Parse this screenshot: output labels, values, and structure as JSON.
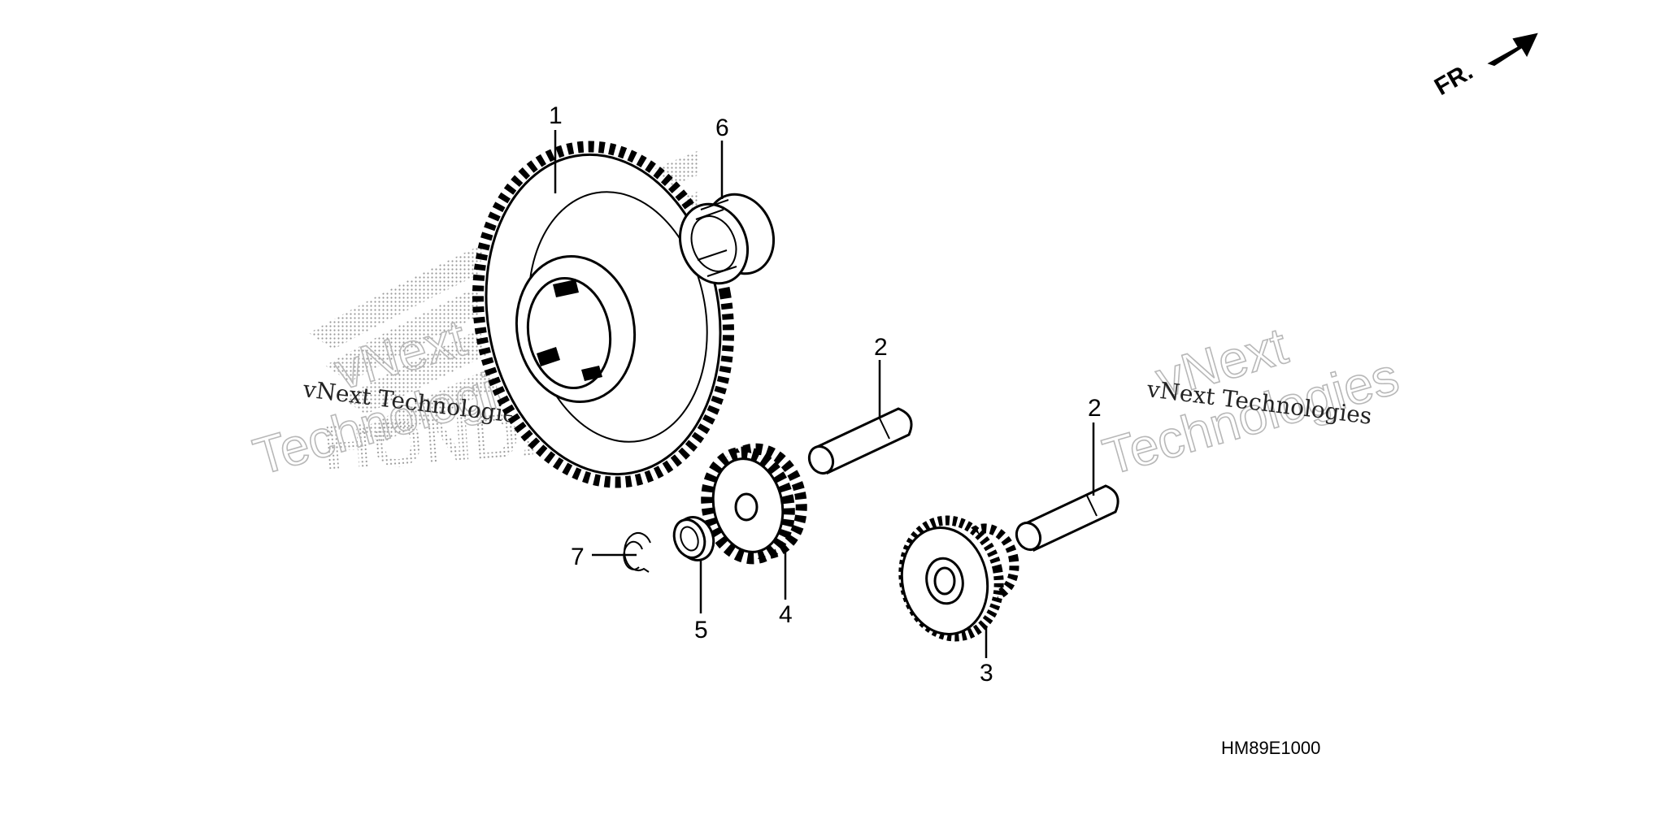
{
  "orientation": {
    "label": "FR.",
    "icon": "front-arrow-icon"
  },
  "diagram_code": "HM89E1000",
  "watermark": {
    "brand_logo": "HONDA",
    "left_outline_lines": [
      "vNext",
      "Technologies"
    ],
    "left_serif_text": "vNext Technologies",
    "right_outline_lines": [
      "vNext",
      "Technologies"
    ],
    "right_serif_text": "vNext Technologies"
  },
  "callouts": [
    {
      "id": "callout-1",
      "number": "1"
    },
    {
      "id": "callout-6",
      "number": "6"
    },
    {
      "id": "callout-2a",
      "number": "2"
    },
    {
      "id": "callout-2b",
      "number": "2"
    },
    {
      "id": "callout-7",
      "number": "7"
    },
    {
      "id": "callout-5",
      "number": "5"
    },
    {
      "id": "callout-4",
      "number": "4"
    },
    {
      "id": "callout-3",
      "number": "3"
    }
  ],
  "colors": {
    "ink": "#000000",
    "watermark": "#b8b8b8",
    "background": "#ffffff"
  }
}
